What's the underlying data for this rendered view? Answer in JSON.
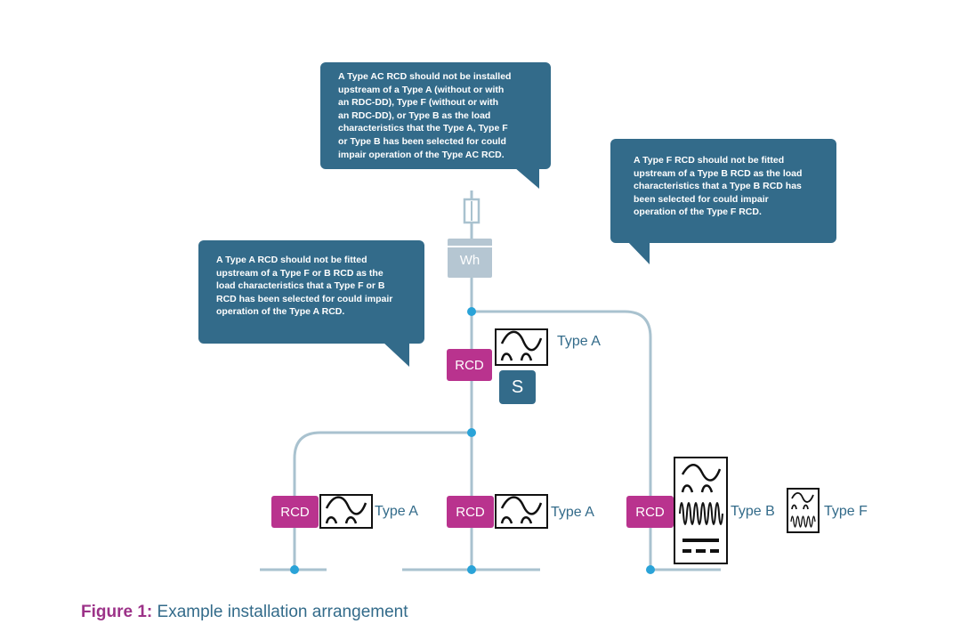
{
  "colors": {
    "line": "#a9c2cf",
    "junction": "#2aa3d8",
    "rcd": "#b9338e",
    "bubble": "#336b8a",
    "meter": "#b5c6d2",
    "text_blue": "#336b8a",
    "caption_accent": "#9c3288"
  },
  "bubbles": {
    "type_ac": "A Type AC RCD should not be installed\nupstream of a Type A (without or with\nan RDC-DD), Type F (without or with\nan RDC-DD), or Type B as the load\ncharacteristics that the Type A, Type F\nor Type B has been selected for could\nimpair operation of the Type AC RCD.",
    "type_f": "A Type F RCD should not be fitted\nupstream of a Type B RCD as the load\ncharacteristics that a Type B RCD has\nbeen selected for could impair\noperation of the Type F RCD.",
    "type_a": "A Type A RCD should not be fitted\nupstream of a Type F or B RCD as the\nload characteristics that a Type F or B\nRCD has been selected for could impair\noperation of the Type A RCD."
  },
  "meter": {
    "label": "Wh",
    "icon": "electricity-meter"
  },
  "fuse": {
    "icon": "fuse-icon"
  },
  "main_rcd": {
    "label": "RCD",
    "type_label": "Type A",
    "selectivity_label": "S"
  },
  "branch_rcds": [
    {
      "label": "RCD",
      "type_label": "Type A"
    },
    {
      "label": "RCD",
      "type_label": "Type A"
    },
    {
      "label": "RCD",
      "type_label": "Type B",
      "extra_type_label": "Type F"
    }
  ],
  "caption": {
    "label": "Figure 1:",
    "text": "Example installation arrangement"
  }
}
